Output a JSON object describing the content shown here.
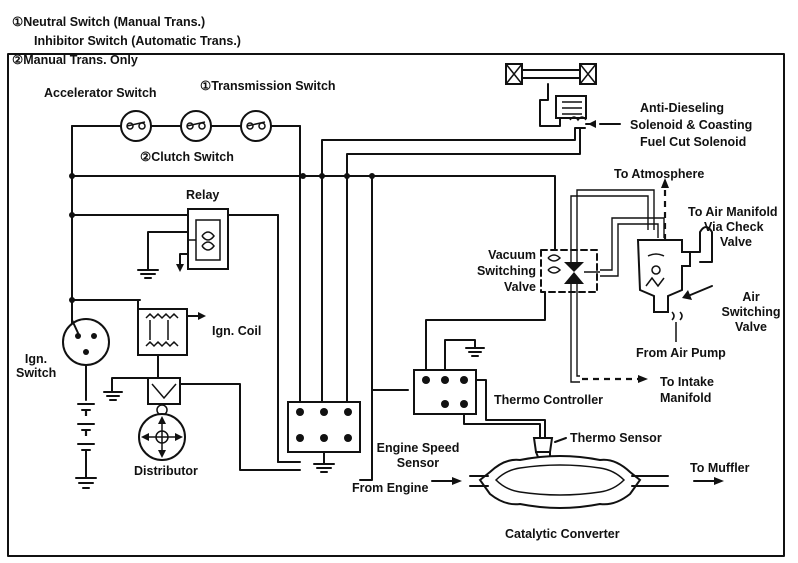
{
  "notes": {
    "note1_line1": "①Neutral Switch (Manual Trans.)",
    "note1_line2": "Inhibitor Switch (Automatic Trans.)",
    "note2": "②Manual Trans. Only"
  },
  "labels": {
    "accelerator_switch": "Accelerator Switch",
    "transmission_switch": "①Transmission Switch",
    "clutch_switch": "②Clutch Switch",
    "relay": "Relay",
    "ign_coil": "Ign. Coil",
    "ign_switch_1": "Ign.",
    "ign_switch_2": "Switch",
    "distributor": "Distributor",
    "solenoid_1": "Anti-Dieseling",
    "solenoid_2": "Solenoid & Coasting",
    "solenoid_3": "Fuel Cut Solenoid",
    "to_atmosphere": "To Atmosphere",
    "to_air_manifold_1": "To Air Manifold",
    "to_air_manifold_2": "Via Check",
    "to_air_manifold_3": "Valve",
    "vacuum_valve_1": "Vacuum",
    "vacuum_valve_2": "Switching",
    "vacuum_valve_3": "Valve",
    "air_valve_1": "Air",
    "air_valve_2": "Switching",
    "air_valve_3": "Valve",
    "from_air_pump": "From Air Pump",
    "to_intake_1": "To Intake",
    "to_intake_2": "Manifold",
    "thermo_controller": "Thermo Controller",
    "thermo_sensor": "Thermo Sensor",
    "engine_speed_1": "Engine Speed",
    "engine_speed_2": "Sensor",
    "from_engine": "From Engine",
    "to_muffler": "To Muffler",
    "catalytic_converter": "Catalytic Converter"
  }
}
